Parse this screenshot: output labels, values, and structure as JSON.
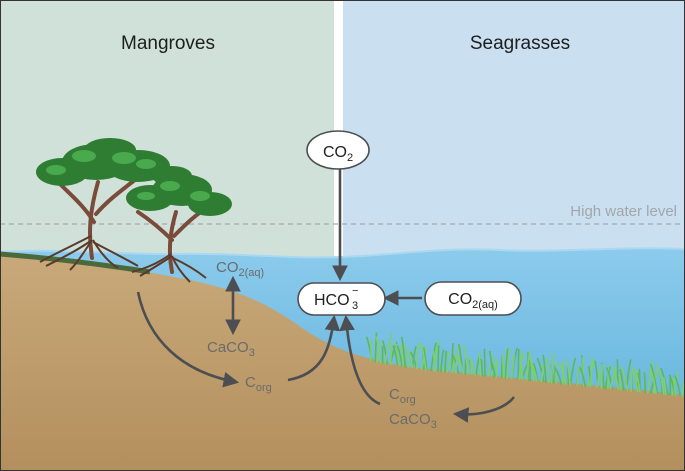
{
  "panels": {
    "left_title": "Mangroves",
    "right_title": "Seagrasses"
  },
  "water": {
    "high_water_label": "High water level"
  },
  "nodes": {
    "co2_atm": {
      "base": "CO",
      "sub": "2"
    },
    "hco3": {
      "base": "HCO",
      "sup": "−",
      "sub": "3"
    },
    "co2_aq_right": {
      "base": "CO",
      "sub": "2(aq)"
    }
  },
  "soil_labels": {
    "co2_aq_left": {
      "base": "CO",
      "sub": "2(aq)"
    },
    "caco3_left": {
      "base": "CaCO",
      "sub": "3"
    },
    "corg_left": {
      "base": "C",
      "sub": "org"
    },
    "corg_right": {
      "base": "C",
      "sub": "org"
    },
    "caco3_right": {
      "base": "CaCO",
      "sub": "3"
    }
  },
  "colors": {
    "mangrove_panel": "#cfe1d8",
    "seagrass_panel": "#cadff0",
    "water": "#74bde4",
    "sediment": "#c5a476",
    "arrow": "#4c4e52",
    "soil_text": "#6b6b6b",
    "dashed_line": "#a6aaaf",
    "tree_canopy": "#2e7d32",
    "seagrass": "#5cb85c"
  }
}
